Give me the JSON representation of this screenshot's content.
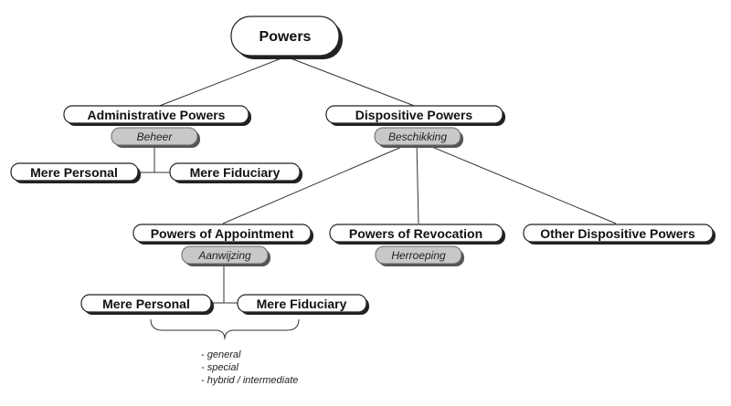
{
  "root": {
    "label": "Powers"
  },
  "administrative": {
    "label": "Administrative Powers",
    "tag": "Beheer",
    "children": [
      "Mere Personal",
      "Mere Fiduciary"
    ]
  },
  "dispositive": {
    "label": "Dispositive Powers",
    "tag": "Beschikking"
  },
  "appointment": {
    "label": "Powers of Appointment",
    "tag": "Aanwijzing",
    "children": [
      "Mere Personal",
      "Mere Fiduciary"
    ]
  },
  "revocation": {
    "label": "Powers of Revocation",
    "tag": "Herroeping"
  },
  "other": {
    "label": "Other Dispositive Powers"
  },
  "notes": [
    "- general",
    "- special",
    "- hybrid / intermediate"
  ]
}
